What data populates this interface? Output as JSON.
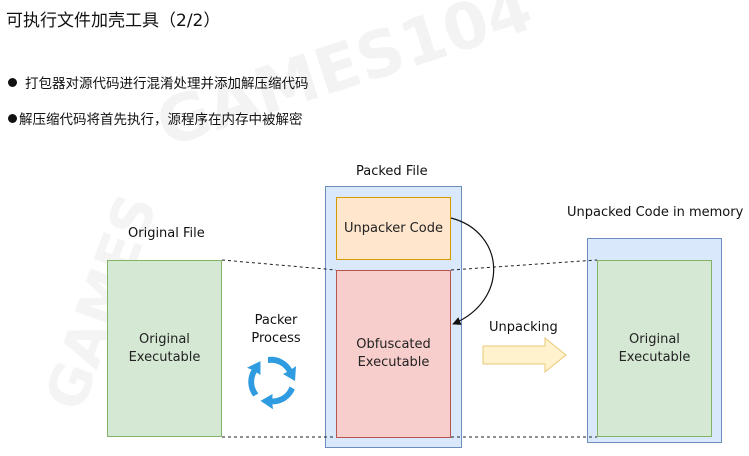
{
  "slide": {
    "title": "可执行文件加壳工具（2/2）",
    "bullets": [
      "打包器对源代码进行混淆处理并添加解压缩代码",
      "解压缩代码将首先执行，源程序在内存中被解密"
    ]
  },
  "diagram": {
    "original_file_label": "Original File",
    "original_executable_line1": "Original",
    "original_executable_line2": "Executable",
    "packer_process_line1": "Packer",
    "packer_process_line2": "Process",
    "packed_file_label": "Packed File",
    "unpacker_code_label": "Unpacker Code",
    "obfuscated_line1": "Obfuscated",
    "obfuscated_line2": "Executable",
    "unpacking_label": "Unpacking",
    "unpacked_memory_label": "Unpacked Code in memory",
    "unpacked_exec_line1": "Original",
    "unpacked_exec_line2": "Executable"
  },
  "colors": {
    "green_fill": "#d5e8d4",
    "green_stroke": "#82b366",
    "blue_fill": "#dae8fc",
    "blue_stroke": "#6c8ebf",
    "orange_fill": "#ffe6cc",
    "red_fill": "#f8cecc",
    "cycle_blue": "#2f9be0",
    "arrow_yellow": "#fff2cc"
  }
}
